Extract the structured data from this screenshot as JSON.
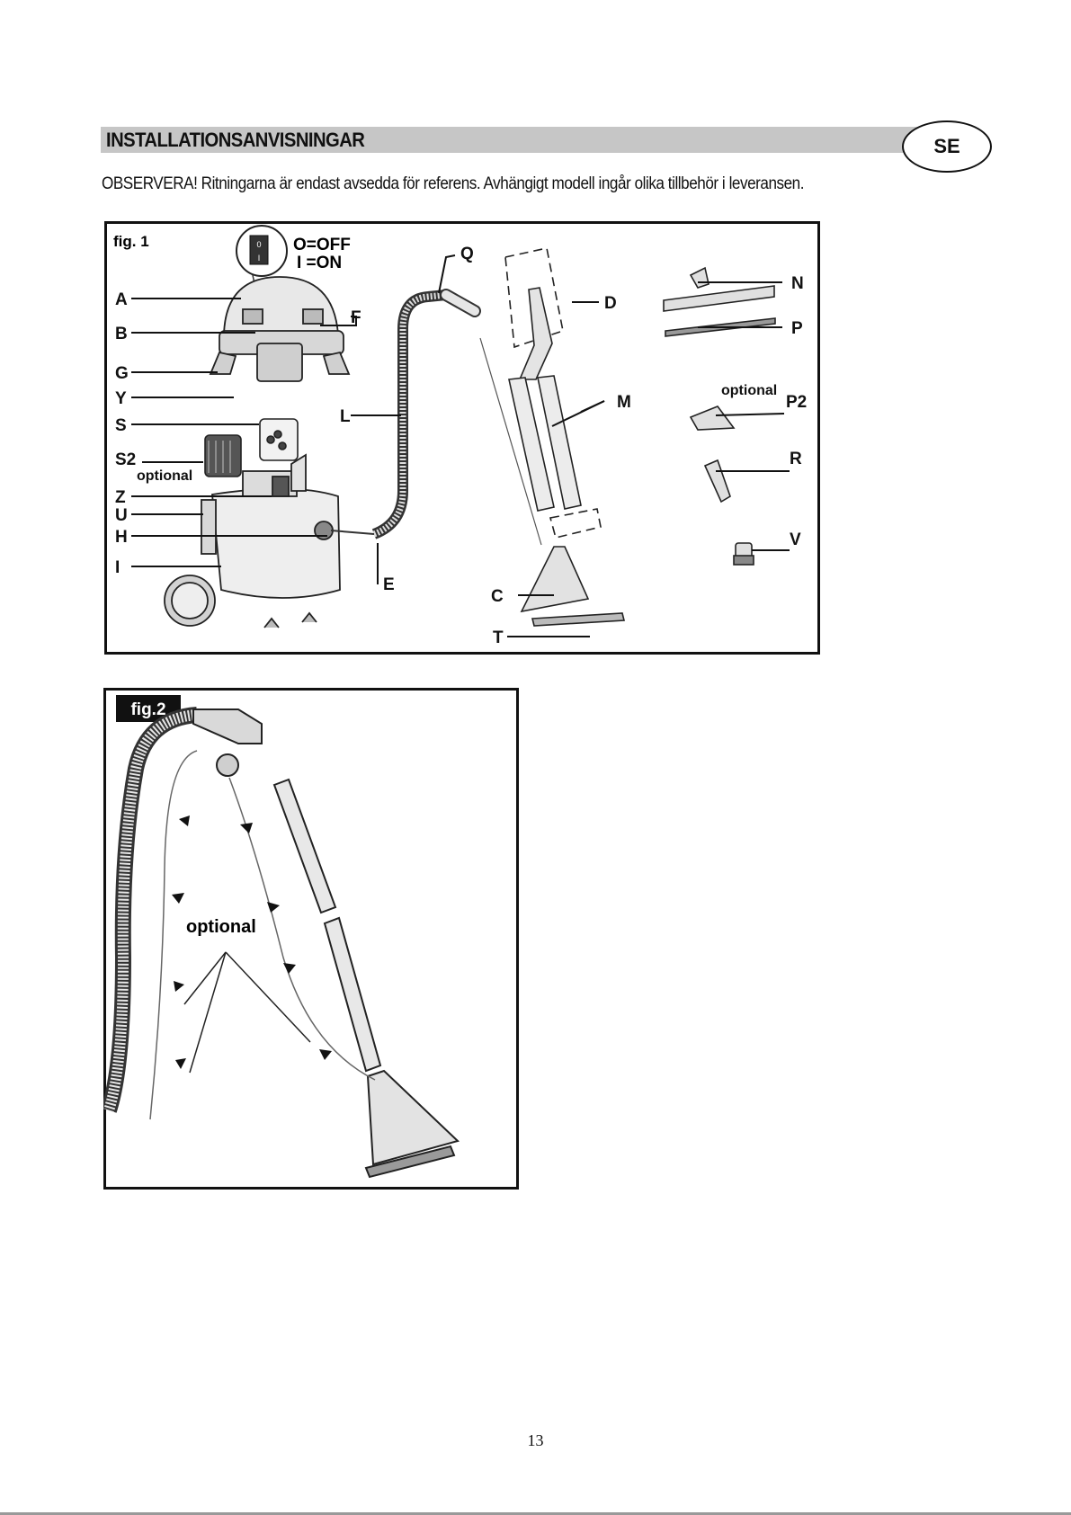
{
  "header": {
    "section_title": "INSTALLATIONSANVISNINGAR",
    "language_badge": "SE"
  },
  "note": "OBSERVERA! Ritningarna är endast avsedda för referens. Avhängigt modell ingår olika tillbehör i leveransen.",
  "figure1": {
    "label": "fig. 1",
    "switch_off": "O=OFF",
    "switch_on": "I =ON",
    "switch_symbol_top": "0",
    "switch_symbol_bottom": "I",
    "optional_label": "optional",
    "callouts": [
      "A",
      "B",
      "G",
      "Y",
      "S",
      "S2",
      "Z",
      "U",
      "H",
      "I",
      "F",
      "L",
      "E",
      "Q",
      "D",
      "M",
      "C",
      "T",
      "N",
      "P",
      "P2",
      "R",
      "V"
    ]
  },
  "figure2": {
    "label": "fig.2",
    "optional_label": "optional"
  },
  "footer": {
    "page_number": "13"
  }
}
